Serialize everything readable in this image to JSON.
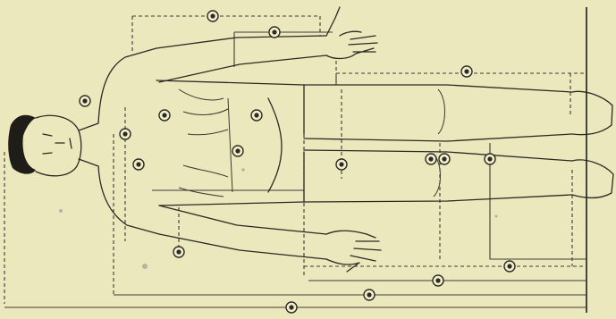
{
  "figure": {
    "background": "#ece8bd",
    "line_color": "#2a2a22",
    "caption": "",
    "electrodes": [
      {
        "id": "e1"
      },
      {
        "id": "e2"
      },
      {
        "id": "e3"
      },
      {
        "id": "e4"
      },
      {
        "id": "e5"
      },
      {
        "id": "e6"
      },
      {
        "id": "e7"
      },
      {
        "id": "e8"
      },
      {
        "id": "e9"
      },
      {
        "id": "e10"
      },
      {
        "id": "e11"
      },
      {
        "id": "e12"
      },
      {
        "id": "e13"
      },
      {
        "id": "e14"
      },
      {
        "id": "e15"
      },
      {
        "id": "e16"
      },
      {
        "id": "e17"
      }
    ]
  }
}
